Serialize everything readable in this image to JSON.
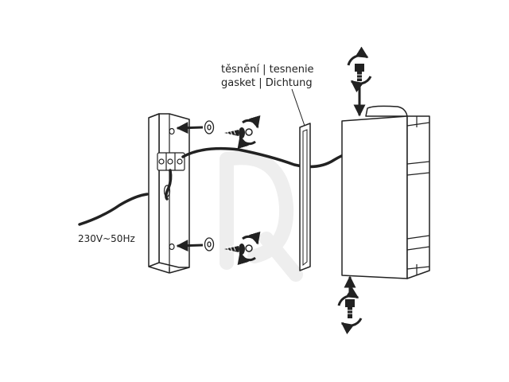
{
  "labels": {
    "gasket_line1": "těsnění | tesnenie",
    "gasket_line2": "gasket | Dichtung",
    "voltage": "230V~50Hz"
  },
  "colors": {
    "ink": "#222222",
    "watermark": "#eeeeee",
    "background": "#ffffff"
  },
  "icons": [
    "rotate-arrows-icon",
    "screw-icon",
    "washer-icon",
    "arrow-icon",
    "terminal-block-icon"
  ]
}
